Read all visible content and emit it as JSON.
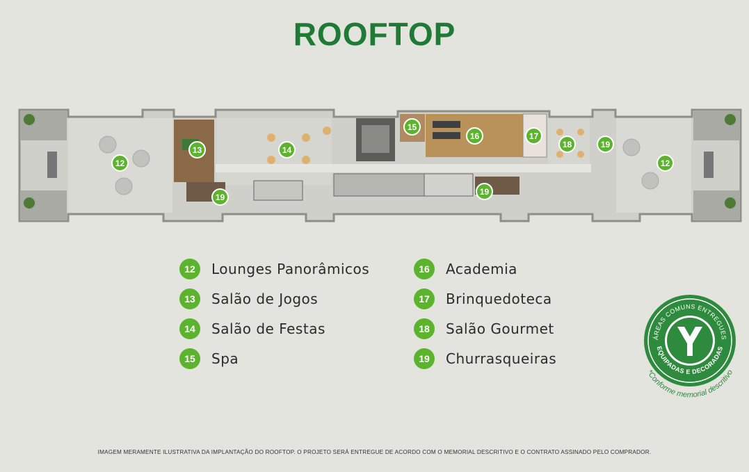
{
  "title": "ROOFTOP",
  "plan_markers": [
    {
      "number": "12"
    },
    {
      "number": "13"
    },
    {
      "number": "14"
    },
    {
      "number": "15"
    },
    {
      "number": "16"
    },
    {
      "number": "17"
    },
    {
      "number": "18"
    },
    {
      "number": "19"
    },
    {
      "number": "19"
    },
    {
      "number": "19"
    },
    {
      "number": "12"
    }
  ],
  "legend": [
    {
      "number": "12",
      "label": "Lounges Panorâmicos"
    },
    {
      "number": "13",
      "label": "Salão de Jogos"
    },
    {
      "number": "14",
      "label": "Salão de Festas"
    },
    {
      "number": "15",
      "label": "Spa"
    },
    {
      "number": "16",
      "label": "Academia"
    },
    {
      "number": "17",
      "label": "Brinquedoteca"
    },
    {
      "number": "18",
      "label": "Salão Gourmet"
    },
    {
      "number": "19",
      "label": "Churrasqueiras"
    }
  ],
  "seal": {
    "top_text": "ÁREAS COMUNS ENTREGUES",
    "bottom_text": "EQUIPADAS E DECORADAS",
    "footnote": "*Conforme memorial descritivo"
  },
  "disclaimer": "IMAGEM MERAMENTE ILUSTRATIVA DA IMPLANTAÇÃO DO ROOFTOP. O PROJETO SERÁ ENTREGUE DE ACORDO COM O MEMORIAL DESCRITIVO E O CONTRATO ASSINADO PELO COMPRADOR.",
  "colors": {
    "title_green": "#1e7a34",
    "marker_green": "#5cb32e",
    "seal_green": "#2e8b3e",
    "background": "#e3e4de"
  }
}
